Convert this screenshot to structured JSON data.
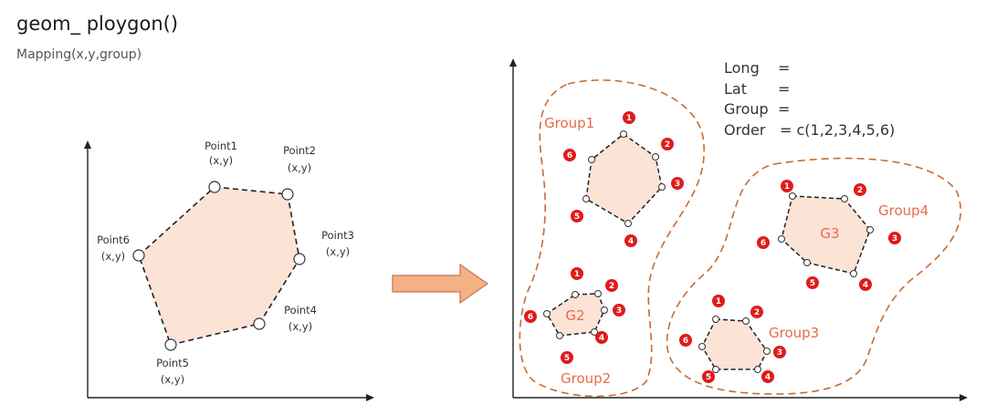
{
  "title": "geom_ ploygon()",
  "subtitle": "Mapping(x,y,group)",
  "left_panel": {
    "points": [
      {
        "name": "Point1",
        "coords": "(x,y)"
      },
      {
        "name": "Point2",
        "coords": "(x,y)"
      },
      {
        "name": "Point3",
        "coords": "(x,y)"
      },
      {
        "name": "Point4",
        "coords": "(x,y)"
      },
      {
        "name": "Point5",
        "coords": "(x,y)"
      },
      {
        "name": "Point6",
        "coords": "(x,y)"
      }
    ]
  },
  "right_panel": {
    "annotation": [
      {
        "key": "Long",
        "sep": "="
      },
      {
        "key": "Lat",
        "sep": "="
      },
      {
        "key": "Group",
        "sep": "="
      },
      {
        "key": "Order",
        "sep": "= c(1,2,3,4,5,6)"
      }
    ],
    "groups": [
      {
        "label": "Group1",
        "inner_label": ""
      },
      {
        "label": "Group2",
        "inner_label": "G2"
      },
      {
        "label": "Group3",
        "inner_label": ""
      },
      {
        "label": "Group4",
        "inner_label": "G3"
      }
    ],
    "vertex_numbers": [
      "1",
      "2",
      "3",
      "4",
      "5",
      "6"
    ]
  },
  "colors": {
    "polygon_fill": "#fbe3d6",
    "accent": "#e8694a",
    "marker": "#e01b1b",
    "group_border": "#c96a2e",
    "arrow_fill": "#f4b183",
    "arrow_stroke": "#c0765a",
    "axis": "#222222"
  }
}
